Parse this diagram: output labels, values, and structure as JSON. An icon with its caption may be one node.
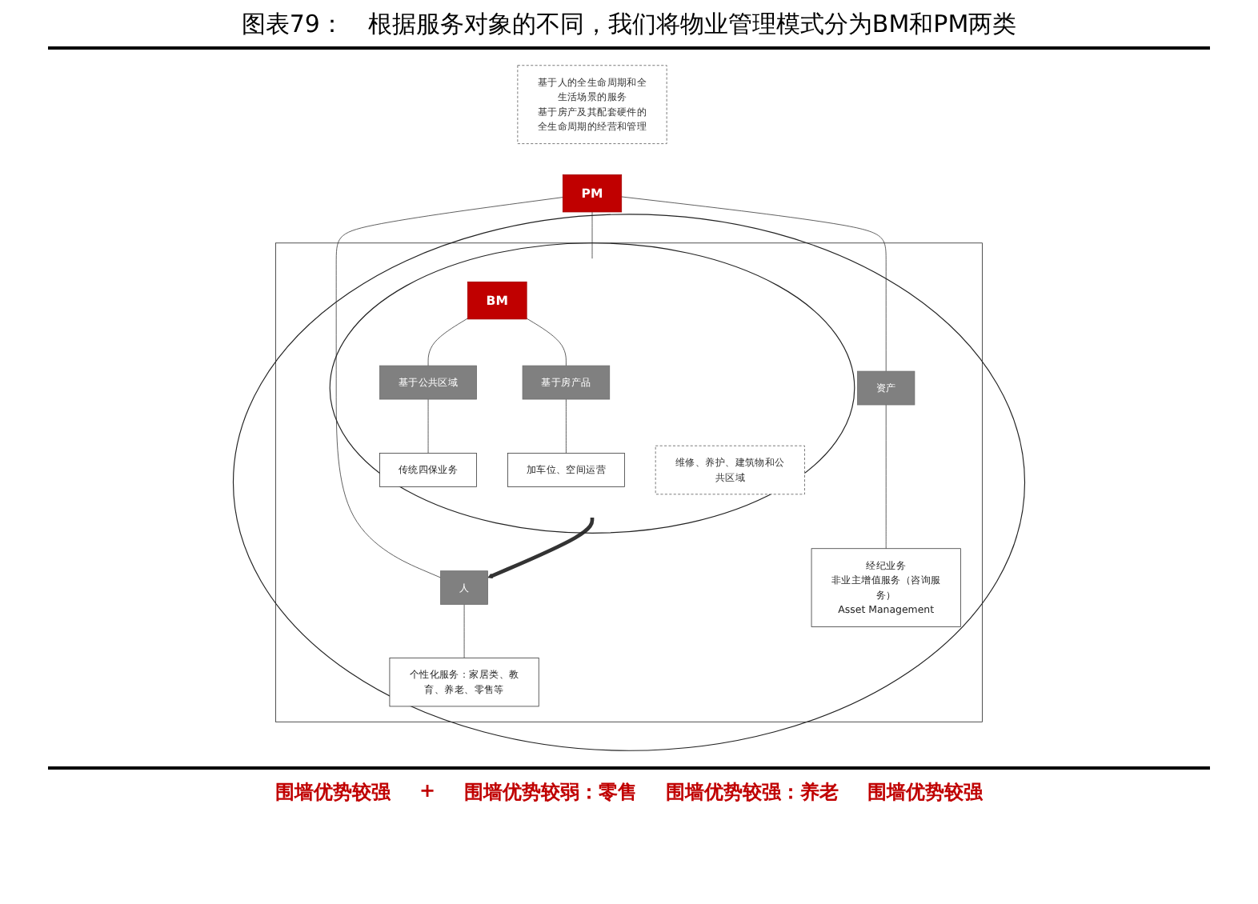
{
  "diagram": {
    "title": "图表79：　根据服务对象的不同，我们将物业管理模式分为BM和PM两类",
    "nodes": [
      {
        "text": [],
        "shape": "circle"
      },
      {
        "text": [
          "PM"
        ]
      },
      {
        "text": [
          "基于人的全生命周期和全生活场景的服务",
          "基于房产及其配套硬件的全生命周期的经营和管理"
        ]
      },
      {
        "text": [],
        "shape": "circle",
        "in": 0
      },
      {
        "text": [
          "BM"
        ],
        "in": 3
      },
      {
        "text": [
          "维修、养护、建筑物和公共区域"
        ],
        "in": 3
      },
      {
        "text": [
          "基于公共区域"
        ],
        "in": 3
      },
      {
        "text": [
          "基于房产品"
        ],
        "in": 3
      },
      {
        "text": [
          "传统四保业务"
        ],
        "in": 3
      },
      {
        "text": [
          "加车位、空间运营"
        ],
        "in": 3
      },
      {
        "text": [
          "人"
        ],
        "in": 0
      },
      {
        "text": [
          "资产"
        ],
        "in": 0
      },
      {
        "text": [
          "个性化服务：家居类、教育、养老、零售等"
        ],
        "in": 0
      },
      {
        "text": [
          "经纪业务",
          "非业主增值服务（咨询服务）",
          "Asset Management"
        ],
        "in": 0
      }
    ],
    "edges": [
      {
        "from": 1,
        "to": 3,
        "arrow": "none"
      },
      {
        "from": 1,
        "to": 10,
        "arrow": "none"
      },
      {
        "from": 1,
        "to": 11,
        "arrow": "none"
      },
      {
        "from": 4,
        "to": 6,
        "arrow": "none"
      },
      {
        "from": 4,
        "to": 7,
        "arrow": "none"
      },
      {
        "from": 6,
        "to": 8,
        "arrow": "none"
      },
      {
        "from": 7,
        "to": 9,
        "arrow": "none"
      },
      {
        "from": 10,
        "to": 12,
        "arrow": "none"
      },
      {
        "from": 11,
        "to": 13,
        "arrow": "none"
      },
      {
        "from": 3,
        "to": 10,
        "arrow": "to",
        "style": "thick"
      }
    ],
    "labels": [
      "围墙优势较强",
      "+",
      "围墙优势较弱：零售",
      "围墙优势较强：养老",
      "围墙优势较强"
    ]
  }
}
